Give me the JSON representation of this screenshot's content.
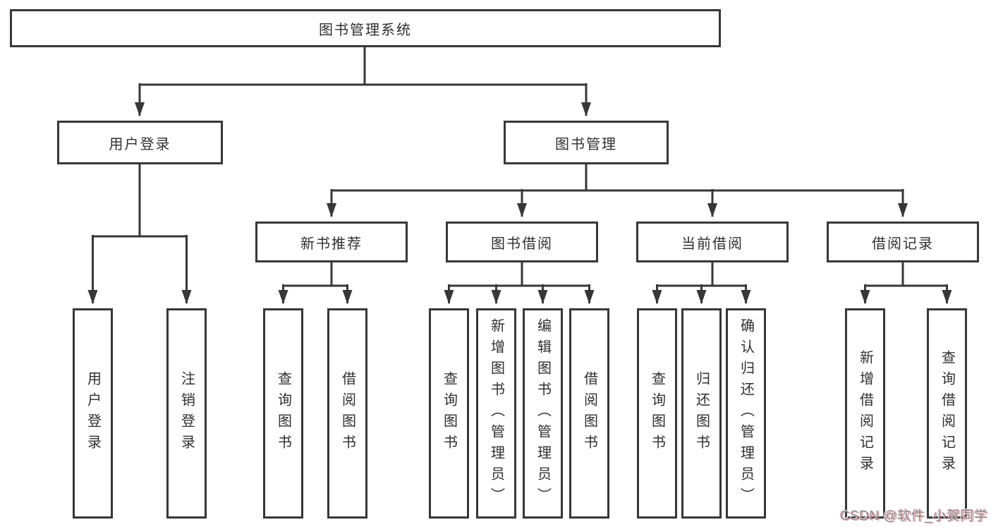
{
  "diagram": {
    "colors": {
      "line": "#373737",
      "text": "#2f2f2f",
      "background": "#ffffff",
      "watermark_gray": "#8d8d95",
      "watermark_red": "#d86a6a"
    },
    "root": {
      "label": "图书管理系统"
    },
    "level2": [
      {
        "label": "用户登录"
      },
      {
        "label": "图书管理"
      }
    ],
    "level3": [
      {
        "label": "新书推荐"
      },
      {
        "label": "图书借阅"
      },
      {
        "label": "当前借阅"
      },
      {
        "label": "借阅记录"
      }
    ],
    "level4": [
      {
        "label": "用户登录",
        "parent": "用户登录"
      },
      {
        "label": "注销登录",
        "parent": "用户登录"
      },
      {
        "label": "查询图书",
        "parent": "新书推荐"
      },
      {
        "label": "借阅图书",
        "parent": "新书推荐"
      },
      {
        "label": "查询图书",
        "parent": "图书借阅"
      },
      {
        "label": "新增图书（管理员）",
        "parent": "图书借阅"
      },
      {
        "label": "编辑图书（管理员）",
        "parent": "图书借阅"
      },
      {
        "label": "借阅图书",
        "parent": "图书借阅"
      },
      {
        "label": "查询图书",
        "parent": "当前借阅"
      },
      {
        "label": "归还图书",
        "parent": "当前借阅"
      },
      {
        "label": "确认归还（管理员）",
        "parent": "当前借阅"
      },
      {
        "label": "新增借阅记录",
        "parent": "借阅记录"
      },
      {
        "label": "查询借阅记录",
        "parent": "借阅记录"
      }
    ]
  },
  "watermark": {
    "text": "CSDN @软件_小贺同学"
  }
}
